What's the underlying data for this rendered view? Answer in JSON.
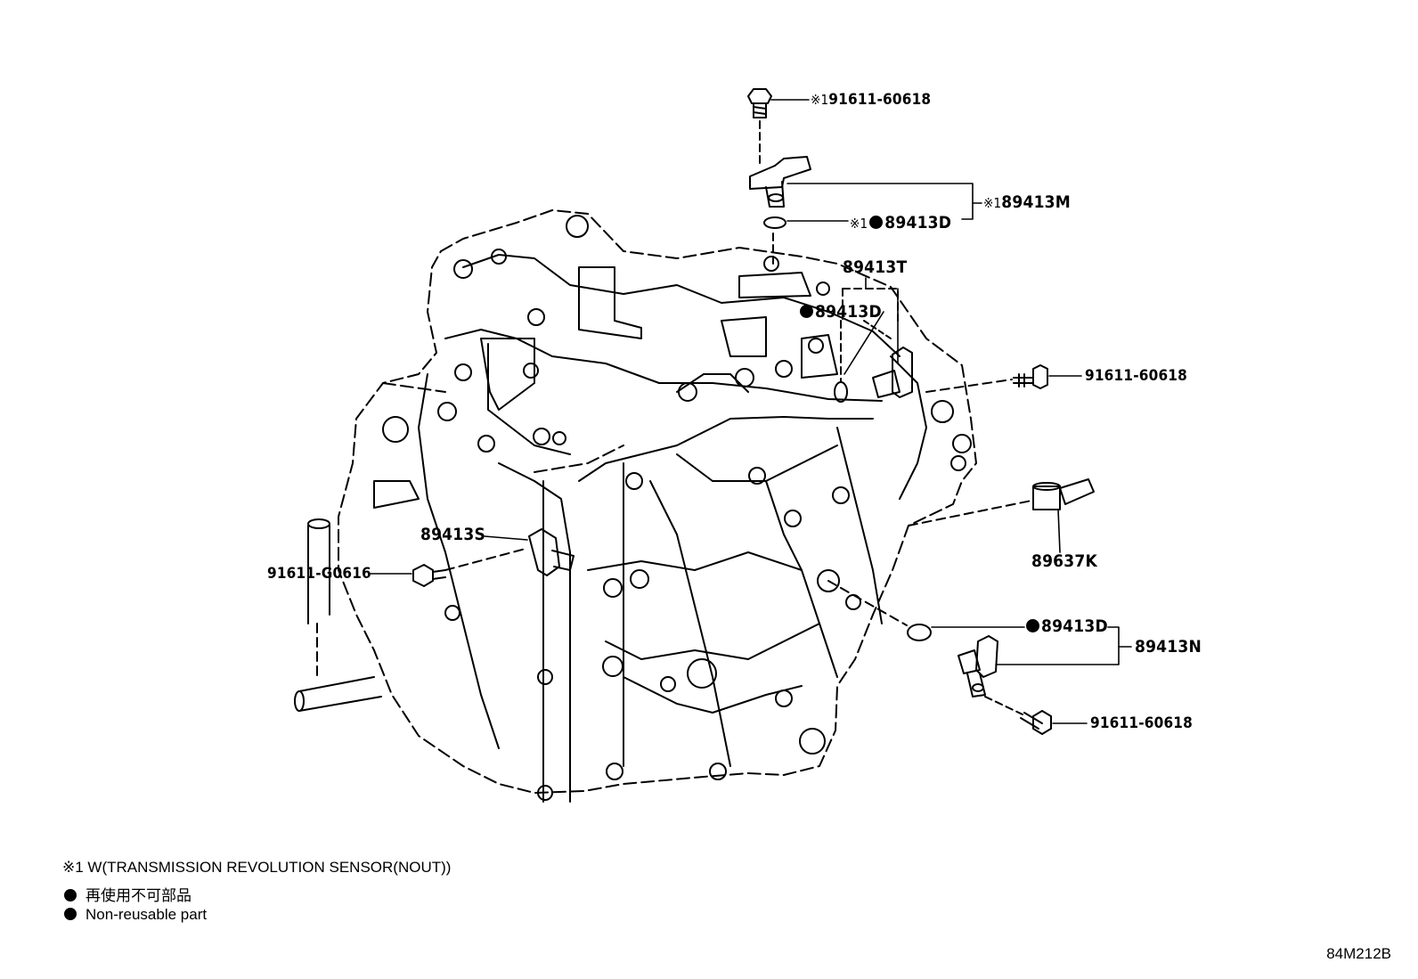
{
  "callouts": {
    "top_bolt": {
      "mark": "※1",
      "part": "91611-60618"
    },
    "sensor_m": {
      "mark": "※1",
      "part": "89413M"
    },
    "oring_top": {
      "mark": "※1",
      "part": "89413D"
    },
    "sensor_t": {
      "part": "89413T"
    },
    "oring_t": {
      "part": "89413D"
    },
    "bolt_right": {
      "part": "91611-60618"
    },
    "switch_k": {
      "part": "89637K"
    },
    "sensor_s": {
      "part": "89413S"
    },
    "bolt_left": {
      "part": "91611-G0616"
    },
    "oring_n": {
      "part": "89413D"
    },
    "sensor_n": {
      "part": "89413N"
    },
    "bolt_bottom": {
      "part": "91611-60618"
    }
  },
  "legend": {
    "note1": "※1 W(TRANSMISSION REVOLUTION SENSOR(NOUT))",
    "non_reusable_jp": "再使用不可部品",
    "non_reusable_en": "Non-reusable part"
  },
  "diagram_code": "84M212B",
  "colors": {
    "ink": "#000000",
    "background": "#ffffff"
  }
}
